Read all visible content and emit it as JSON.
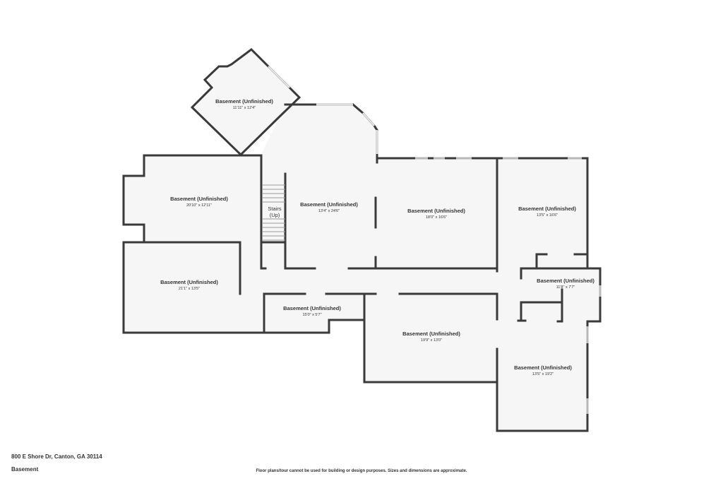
{
  "rooms": [
    {
      "name": "Basement (Unfinished)",
      "dims": "11'11\" x 12'4\""
    },
    {
      "name": "Basement (Unfinished)",
      "dims": "20'10\" x 12'11\""
    },
    {
      "name": "Basement (Unfinished)",
      "dims": "13'4\" x 24'6\""
    },
    {
      "name": "Basement (Unfinished)",
      "dims": "18'0\" x 16'6\""
    },
    {
      "name": "Basement (Unfinished)",
      "dims": "13'5\" x 16'6\""
    },
    {
      "name": "Basement (Unfinished)",
      "dims": "21'1\" x 13'5\""
    },
    {
      "name": "Basement (Unfinished)",
      "dims": "15'0\" x 5'7\""
    },
    {
      "name": "Basement (Unfinished)",
      "dims": "11'8\" x 7'7\""
    },
    {
      "name": "Basement (Unfinished)",
      "dims": "19'9\" x 13'0\""
    },
    {
      "name": "Basement (Unfinished)",
      "dims": "13'5\" x 19'2\""
    }
  ],
  "stairs": {
    "line1": "Stairs",
    "line2": "(Up)"
  },
  "footer": {
    "address": "800 E Shore Dr, Canton, GA 30114",
    "level": "Basement",
    "disclaimer": "Floor plans/tour cannot be used for building or design purposes. Sizes and dimensions are approximate."
  }
}
